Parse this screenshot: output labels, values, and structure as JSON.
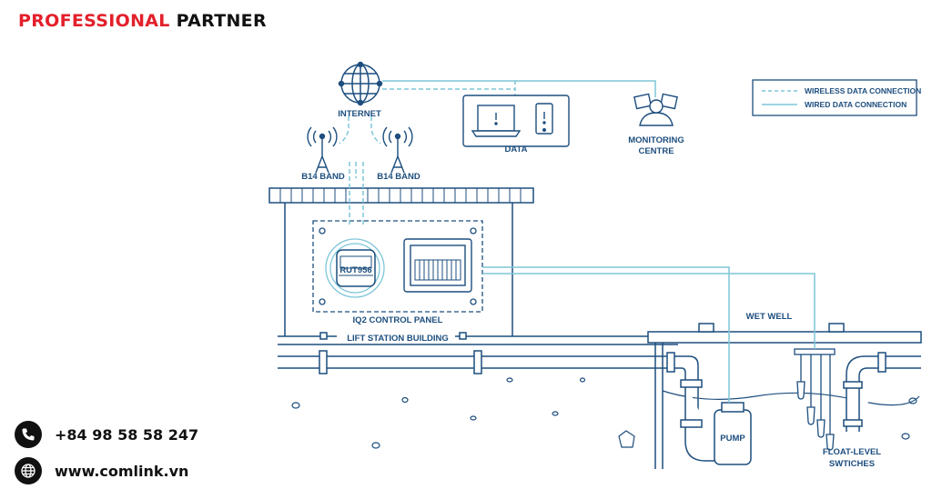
{
  "brand": {
    "part1": "PROFESSIONAL",
    "part2": "PARTNER",
    "accent": "#e3202b"
  },
  "contact": {
    "phone": "+84 98 58 58 247",
    "website": "www.comlink.vn",
    "phone_icon": "phone-icon",
    "web_icon": "globe-icon"
  },
  "diagram": {
    "internet": "INTERNET",
    "band_left": "B14 BAND",
    "band_right": "B14 BAND",
    "data": "DATA",
    "monitoring_line1": "MONITORING",
    "monitoring_line2": "CENTRE",
    "router": "RUT956",
    "control_panel": "IQ2 CONTROL PANEL",
    "building": "LIFT STATION BUILDING",
    "wet_well": "WET WELL",
    "pump": "PUMP",
    "float_line1": "FLOAT-LEVEL",
    "float_line2": "SWTICHES"
  },
  "legend": {
    "wireless": "WIRELESS DATA CONNECTION",
    "wired": "WIRED DATA CONNECTION"
  },
  "colors": {
    "line": "#1d4e7e",
    "data_link": "#7ec6d8"
  }
}
